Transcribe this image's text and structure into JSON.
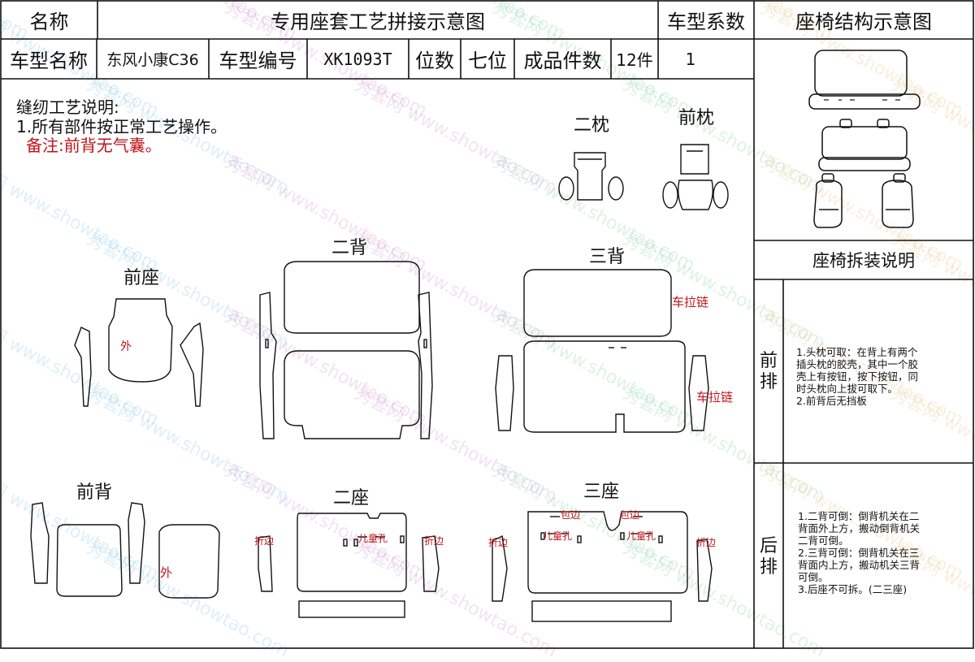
{
  "header": {
    "col1": "名称",
    "title": "专用座套工艺拼接示意图",
    "coef_label": "车型系数",
    "struct_title": "座椅结构示意图"
  },
  "info": {
    "model_name_label": "车型名称",
    "model_name": "东风小康C36",
    "model_no_label": "车型编号",
    "model_no": "XK1093T",
    "seats_label": "位数",
    "seats": "七位",
    "pieces_label": "成品件数",
    "pieces": "12件",
    "coef": "1"
  },
  "notes": {
    "title": "缝纫工艺说明:",
    "line1": "1.所有部件按正常工艺操作。",
    "remark": "备注:前背无气囊。"
  },
  "pieces": {
    "er_zhen": "二枕",
    "qian_zhen": "前枕",
    "er_bei": "二背",
    "san_bei": "三背",
    "qian_zuo": "前座",
    "qian_bei": "前背",
    "er_zuo": "二座",
    "san_zuo": "三座"
  },
  "annotations": {
    "wai": "外",
    "che_la_lian": "车拉链",
    "zhe_bian": "折边",
    "er_tong_kong": "儿童孔",
    "bao_bian": "包边"
  },
  "side": {
    "disassembly_title": "座椅拆装说明",
    "front_row": "前排",
    "front_text": [
      "1.头枕可取：在背上有两个",
      "插头枕的胶壳，其中一个胶",
      "壳上有按钮，按下按钮，同",
      "时头枕向上拔可取下。",
      "2.前背后无挡板"
    ],
    "rear_row": "后排",
    "rear_text": [
      "1.二背可倒：倒背机关在二",
      "背面外上方，搬动倒背机关",
      "二背可倒。",
      "2.三背可倒：倒背机关在三",
      "背面内上方，搬动机关三背",
      "可倒。",
      "3.后座不可拆。(二三座)"
    ]
  },
  "watermark": {
    "brand": "秀套网",
    "url": "www.showtao.com"
  }
}
